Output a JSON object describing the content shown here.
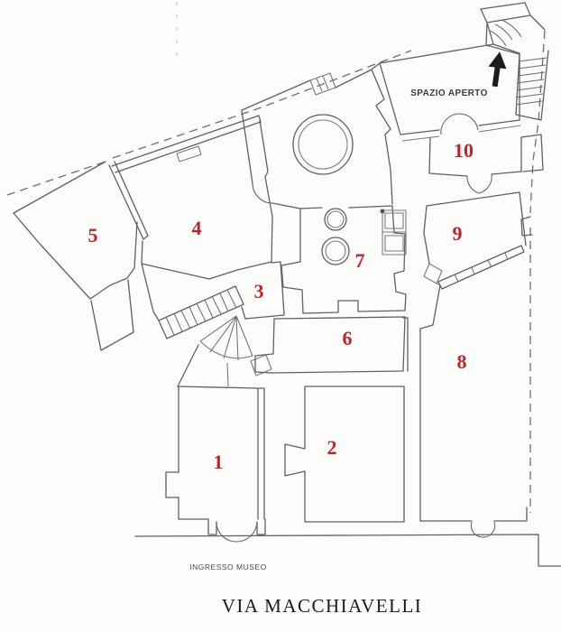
{
  "plan": {
    "street_label": "VIA MACCHIAVELLI",
    "entrance_label": "INGRESSO MUSEO",
    "open_space_label": "SPAZIO APERTO",
    "rooms": [
      {
        "number": "1"
      },
      {
        "number": "2"
      },
      {
        "number": "3"
      },
      {
        "number": "4"
      },
      {
        "number": "5"
      },
      {
        "number": "6"
      },
      {
        "number": "7"
      },
      {
        "number": "8"
      },
      {
        "number": "9"
      },
      {
        "number": "10"
      }
    ],
    "icons": {
      "north_arrow": "up-arrow"
    },
    "colors": {
      "room_number": "#c42229",
      "wall": "#606060",
      "label_text": "#3c3c3c",
      "arrow": "#1c1c1c",
      "title_text": "#1a1a1a",
      "background": "#fcfcfa"
    }
  }
}
